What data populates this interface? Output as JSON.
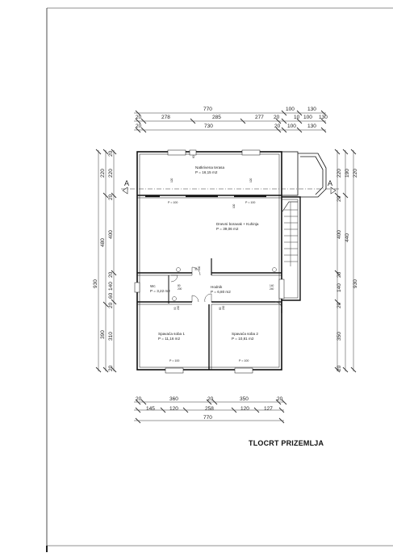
{
  "title": "TLOCRT PRIZEMLJA",
  "section_marker": "A",
  "rooms": [
    {
      "name": "Natkrivena terasa",
      "area": "P = 16,15 m2"
    },
    {
      "name": "Dnevni boravak + Kuhinja",
      "area": "P = 39,06 m2"
    },
    {
      "name": "Wc",
      "area": "P = 3,22 m2"
    },
    {
      "name": "Hodnik",
      "area": "P = 6,80 m2"
    },
    {
      "name": "Spavaća soba 1",
      "area": "P = 11,16 m2"
    },
    {
      "name": "Spavaća soba 2",
      "area": "P = 10,81 m2"
    }
  ],
  "parapets": [
    "P = 100",
    "P = 100",
    "P = 100",
    "P = 100"
  ],
  "openings": [
    "120",
    "120",
    "100",
    "60",
    "80",
    "200",
    "90",
    "200",
    "140",
    "240",
    "90",
    "200",
    "80",
    "200"
  ],
  "dims_top": {
    "row1": [
      "770",
      "100",
      "130"
    ],
    "row2": [
      "20",
      "278",
      "285",
      "277",
      "20",
      "10",
      "100",
      "130"
    ],
    "row3": [
      "20",
      "730",
      "20",
      "100",
      "130"
    ]
  },
  "dims_bottom": {
    "row1": [
      "20",
      "360",
      "20",
      "350",
      "20"
    ],
    "row2": [
      "145",
      "120",
      "258",
      "120",
      "127"
    ],
    "row3": [
      "770"
    ]
  },
  "dims_left": {
    "outer": [
      "930"
    ],
    "mid": [
      "220",
      "480",
      "390"
    ],
    "inner": [
      "20",
      "220",
      "20",
      "400",
      "20",
      "140",
      "60",
      "20",
      "310",
      "20"
    ]
  },
  "dims_right": {
    "outer": [
      "930"
    ],
    "mid": [
      "220",
      "190",
      "220"
    ],
    "inner": [
      "20",
      "400",
      "440",
      "20",
      "140",
      "20",
      "350",
      "20"
    ]
  }
}
